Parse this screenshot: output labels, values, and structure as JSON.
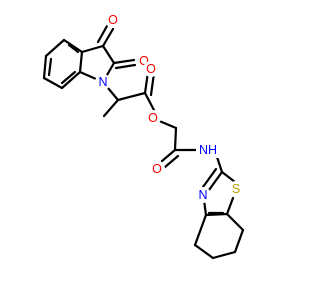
{
  "atoms": {
    "o_top": {
      "label": "O",
      "color": "#ff0000"
    },
    "o_ring": {
      "label": "O",
      "color": "#ff0000"
    },
    "n_indoline": {
      "label": "N",
      "color": "#0000ff"
    },
    "o_carbonyl": {
      "label": "O",
      "color": "#ff0000"
    },
    "o_ester": {
      "label": "O",
      "color": "#ff0000"
    },
    "o_amide": {
      "label": "O",
      "color": "#ff0000"
    },
    "nh_amide": {
      "label": "NH",
      "color": "#0000ff"
    },
    "s_thiazole": {
      "label": "S",
      "color": "#b8a000"
    },
    "n_thiazole": {
      "label": "N",
      "color": "#0000ff"
    }
  },
  "colors": {
    "bond": "#000000",
    "background": "#ffffff"
  }
}
